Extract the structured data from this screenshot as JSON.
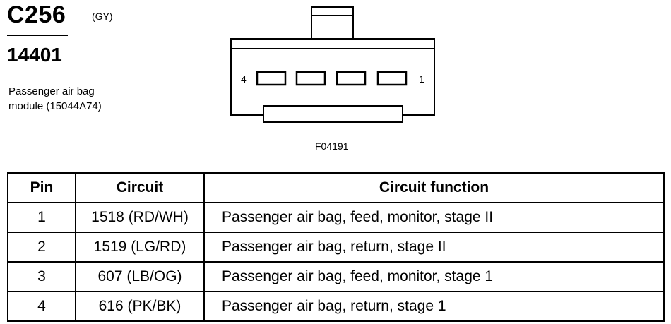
{
  "connector": {
    "id": "C256",
    "color_code": "(GY)",
    "part_number": "14401",
    "description_line1": "Passenger air bag",
    "description_line2": "module (15044A74)",
    "pin_label_left": "4",
    "pin_label_right": "1",
    "figure_id": "F04191"
  },
  "table": {
    "headers": {
      "pin": "Pin",
      "circuit": "Circuit",
      "function": "Circuit function"
    },
    "rows": [
      {
        "pin": "1",
        "circuit": "1518 (RD/WH)",
        "function": "Passenger air bag, feed, monitor, stage II"
      },
      {
        "pin": "2",
        "circuit": "1519 (LG/RD)",
        "function": "Passenger air bag, return, stage II"
      },
      {
        "pin": "3",
        "circuit": "607 (LB/OG)",
        "function": "Passenger air bag, feed, monitor, stage 1"
      },
      {
        "pin": "4",
        "circuit": "616 (PK/BK)",
        "function": "Passenger air bag, return, stage 1"
      }
    ]
  }
}
